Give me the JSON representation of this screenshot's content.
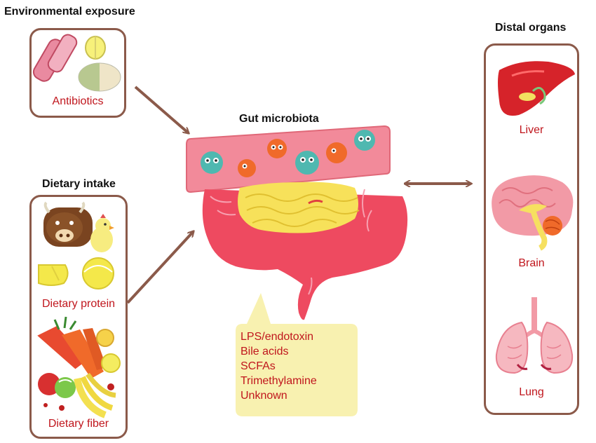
{
  "headings": {
    "environmental": "Environmental exposure",
    "dietary": "Dietary intake",
    "gut": "Gut microbiota",
    "distal": "Distal organs"
  },
  "exposures": {
    "antibiotics": "Antibiotics",
    "protein": "Dietary protein",
    "fiber": "Dietary fiber"
  },
  "metabolites": [
    "LPS/endotoxin",
    "Bile acids",
    "SCFAs",
    "Trimethylamine",
    "Unknown"
  ],
  "organs": {
    "liver": "Liver",
    "brain": "Brain",
    "lung": "Lung"
  },
  "colors": {
    "box_border": "#8b5a4a",
    "label_red": "#c0161d",
    "arrow": "#8b5a4a",
    "callout_fill": "#f8f1b0",
    "intestine_red": "#ee4a60",
    "intestine_yellow": "#f7e15a"
  }
}
